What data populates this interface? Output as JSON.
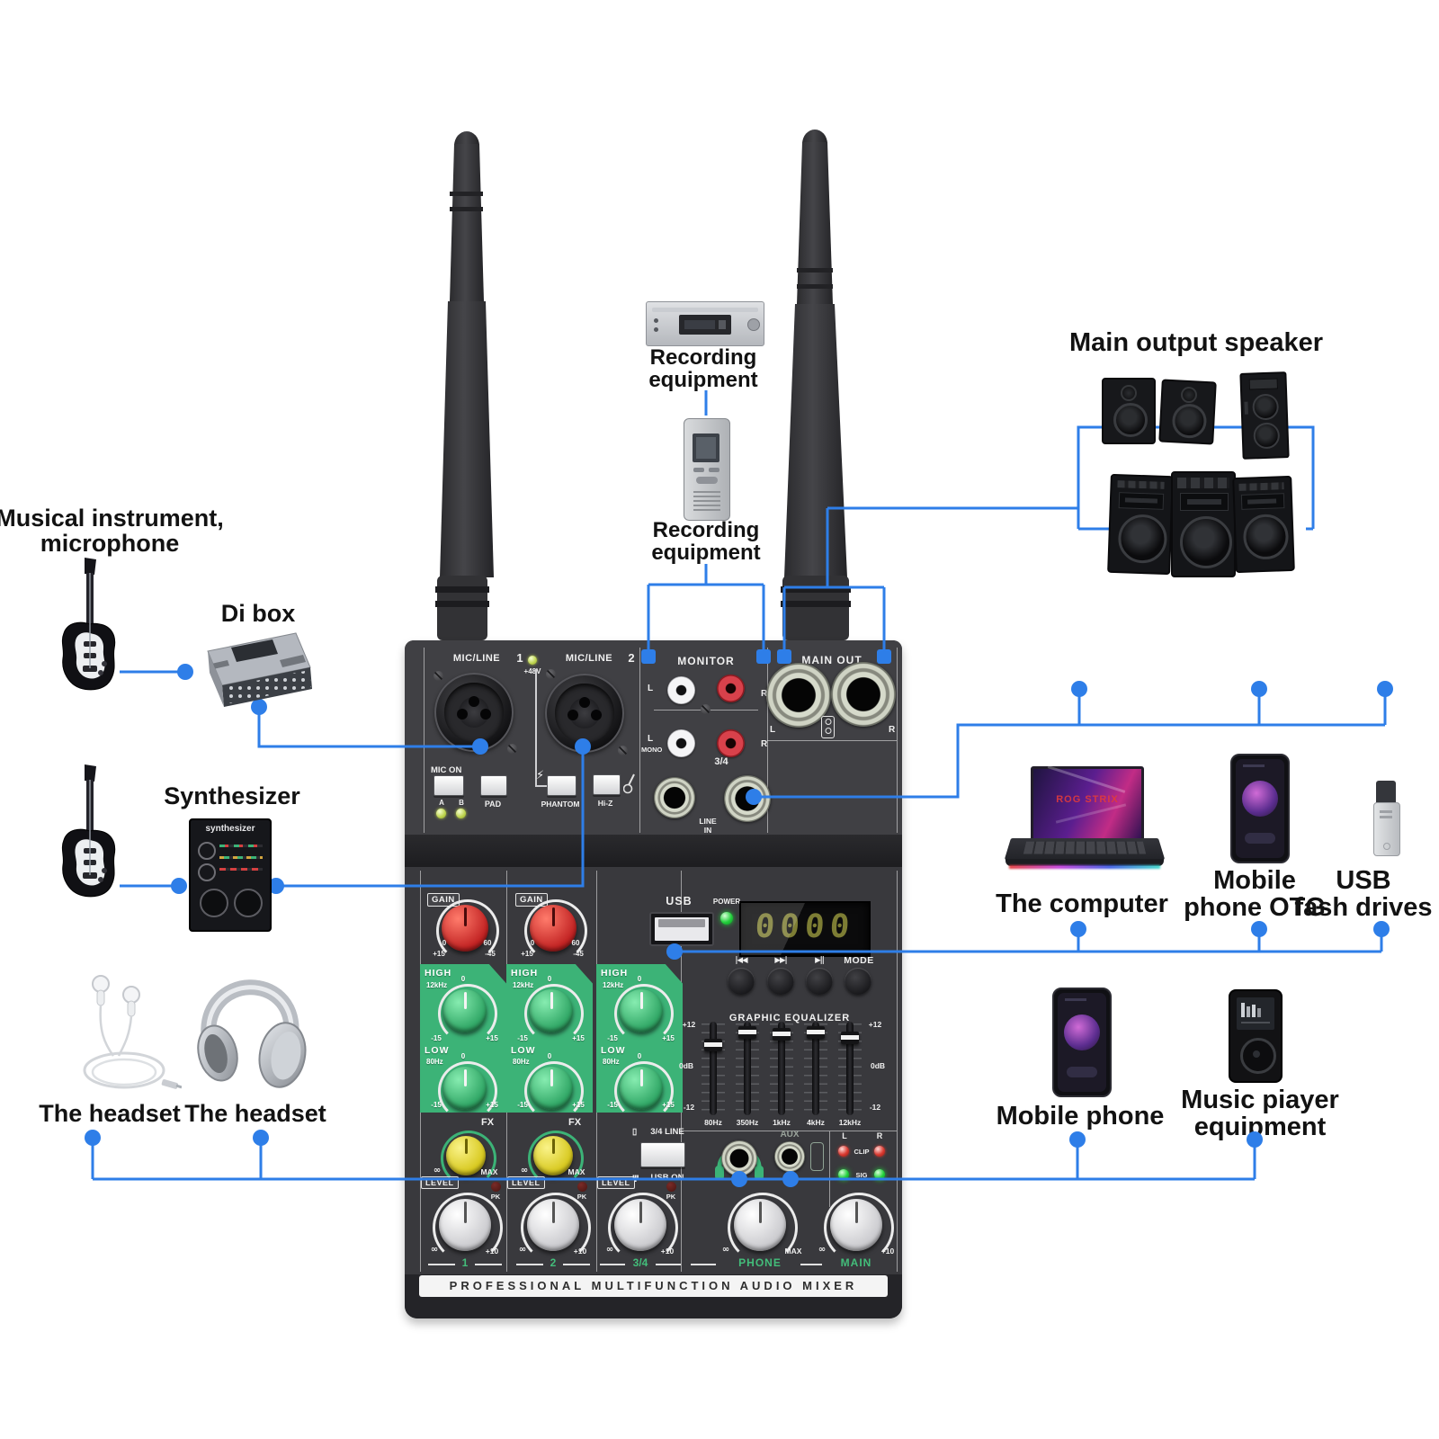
{
  "colors": {
    "wire": "#2e7ee8",
    "panel_green": "#3cb377",
    "mixer_body": "#2c2c2f",
    "accent_text": "#43bd7a"
  },
  "labels": {
    "musical_l1": "Musical instrument,",
    "musical_l2": "microphone",
    "di_box": "Di box",
    "synthesizer": "Synthesizer",
    "headset_a": "The headset",
    "headset_b": "The headset",
    "recording_a_l1": "Recording",
    "recording_a_l2": "equipment",
    "recording_b_l1": "Recording",
    "recording_b_l2": "equipment",
    "main_output_speaker": "Main output speaker",
    "computer": "The computer",
    "mobile_otg_l1": "Mobile",
    "mobile_otg_l2": "phone OTG",
    "usb_drive_l1": "USB",
    "usb_drive_l2": "fash drives",
    "mobile_phone": "Mobile phone",
    "music_player_l1": "Music piayer",
    "music_player_l2": "equipment"
  },
  "devices": {
    "synth_text": "synthesizer",
    "laptop_text": "ROG STRIX"
  },
  "mixer": {
    "top": {
      "mic_line": "MIC/LINE",
      "num1": "1",
      "num2": "2",
      "phantom_48v": "+48V",
      "mic_on": "MIC ON",
      "a": "A",
      "b": "B",
      "pad": "PAD",
      "phantom": "PHANTOM",
      "hi_z": "Hi-Z",
      "monitor": "MONITOR",
      "l": "L",
      "r": "R",
      "mono": "MONO",
      "ch34": "3/4",
      "line": "LINE",
      "in": "IN",
      "main_out": "MAIN OUT"
    },
    "gain": {
      "label": "GAIN",
      "t0": "0",
      "t60": "60",
      "tp15": "+15",
      "tm45": "-45"
    },
    "eq": {
      "high": "HIGH",
      "low": "LOW",
      "f_high": "12kHz",
      "f_low": "80Hz",
      "t0": "0",
      "tm15": "-15",
      "tp15": "+15"
    },
    "fx": {
      "label": "FX",
      "min": "∞",
      "max": "MAX"
    },
    "sw": {
      "line34": "3/4 LINE",
      "usb_on": "USB ON"
    },
    "level": {
      "label": "LEVEL",
      "pk": "PK",
      "min": "∞",
      "p10": "+10",
      "max": "MAX",
      "n1": "1",
      "n2": "2",
      "n34": "3/4",
      "phone": "PHONE",
      "main": "MAIN"
    },
    "usb": {
      "label": "USB",
      "power": "POWER",
      "display": "0000",
      "prev": "|◀◀",
      "next": "▶▶|",
      "play": "▶||",
      "mode": "MODE"
    },
    "geq": {
      "title": "GRAPHIC EQUALIZER",
      "p12": "+12",
      "zdb": "0dB",
      "m12": "-12",
      "bands": [
        "80Hz",
        "350Hz",
        "1kHz",
        "4kHz",
        "12kHz"
      ]
    },
    "aux": {
      "label": "AUX",
      "l": "L",
      "r": "R",
      "clip": "CLIP",
      "sig": "SIG"
    },
    "footer": "PROFESSIONAL MULTIFUNCTION AUDIO MIXER"
  }
}
